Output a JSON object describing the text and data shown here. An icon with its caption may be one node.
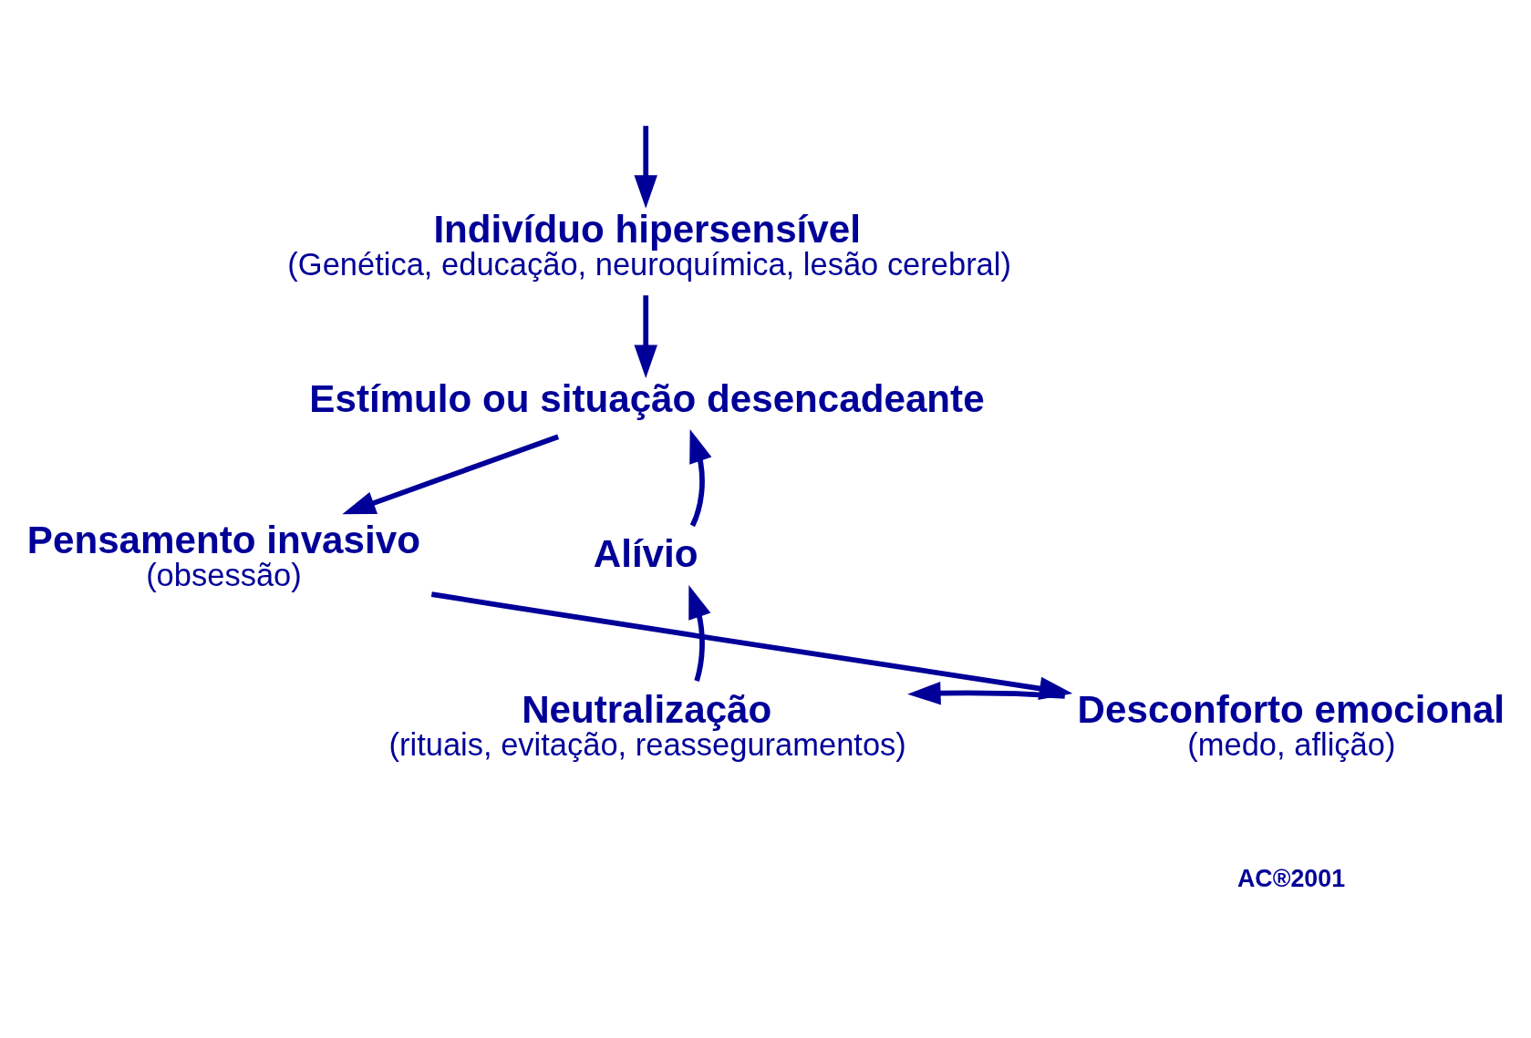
{
  "diagram": {
    "nodes": [
      {
        "text": [
          "Indivíduo hipersensível",
          "(Genética, educação, neuroquímica, lesão cerebral)"
        ]
      },
      {
        "text": [
          "Estímulo ou situação desencadeante"
        ]
      },
      {
        "text": [
          "Pensamento invasivo",
          "(obsessão)"
        ]
      },
      {
        "text": [
          "Desconforto emocional",
          "(medo, aflição)"
        ]
      },
      {
        "text": [
          "Neutralização",
          "(rituais, evitação, reasseguramentos)"
        ]
      },
      {
        "text": [
          "Alívio"
        ]
      }
    ],
    "edges": [
      {
        "from": null,
        "to": 0,
        "arrow": "to"
      },
      {
        "from": 0,
        "to": 1,
        "arrow": "to"
      },
      {
        "from": 1,
        "to": 2,
        "arrow": "to"
      },
      {
        "from": 2,
        "to": 3,
        "arrow": "to"
      },
      {
        "from": 3,
        "to": 4,
        "arrow": "to"
      },
      {
        "from": 4,
        "to": 5,
        "arrow": "to"
      },
      {
        "from": 5,
        "to": 1,
        "arrow": "to"
      }
    ],
    "labels": [
      "AC®2001"
    ]
  }
}
